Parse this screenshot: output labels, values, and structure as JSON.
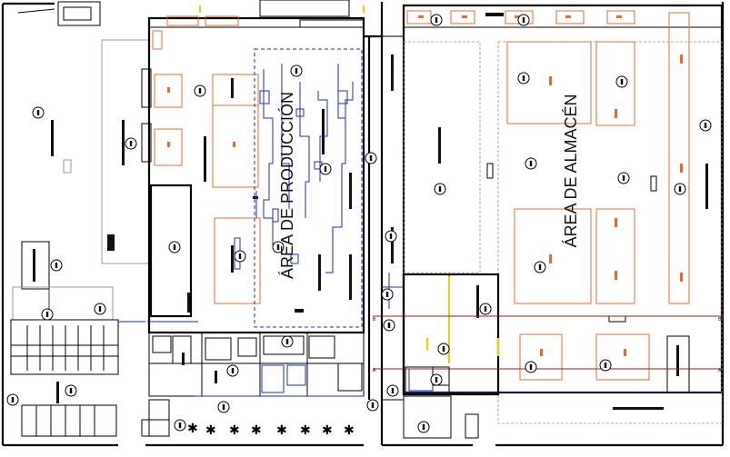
{
  "plan": {
    "labels": {
      "production": "ÁREA DE PRODUCCIÓN",
      "warehouse": "ÁREA DE ALMACÉN"
    },
    "section_markers": {
      "a_left": "A",
      "a_right": "A",
      "b_left": "B",
      "b_right": "B"
    },
    "colors": {
      "walls": "#000000",
      "equipment": "#1a2fb4",
      "racks": "#e86a2c",
      "section_lines": "#9b1b1b",
      "markings": "#e6d200"
    }
  }
}
